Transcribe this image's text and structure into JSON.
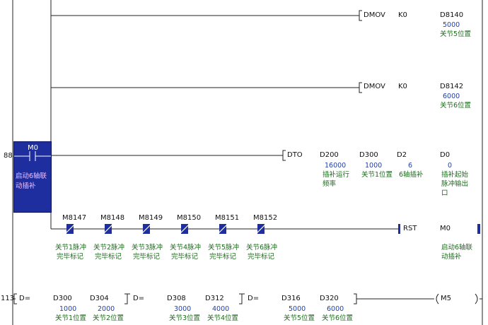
{
  "rung1": {
    "instruction": "DMOV",
    "src": "K0",
    "dest": "D8140",
    "dest_value": "5000",
    "dest_comment": "关节5位置"
  },
  "rung2": {
    "instruction": "DMOV",
    "src": "K0",
    "dest": "D8142",
    "dest_value": "6000",
    "dest_comment": "关节6位置"
  },
  "rung3": {
    "step": "88",
    "contact": "M0",
    "contact_comment_1": "启动6轴联",
    "contact_comment_2": "动插补",
    "instruction": "DTO",
    "operands": [
      {
        "device": "D200",
        "value": "16000",
        "comment_1": "插补运行",
        "comment_2": "频率"
      },
      {
        "device": "D300",
        "value": "1000",
        "comment_1": "关节1位置",
        "comment_2": ""
      },
      {
        "device": "D2",
        "value": "6",
        "comment_1": "6轴插补",
        "comment_2": ""
      },
      {
        "device": "D0",
        "value": "0",
        "comment_1": "插补起始",
        "comment_2": "脉冲输出",
        "comment_3": "口"
      }
    ]
  },
  "rung4": {
    "contacts": [
      {
        "device": "M8147",
        "comment_1": "关节1脉冲",
        "comment_2": "完毕标记"
      },
      {
        "device": "M8148",
        "comment_1": "关节2脉冲",
        "comment_2": "完毕标记"
      },
      {
        "device": "M8149",
        "comment_1": "关节3脉冲",
        "comment_2": "完毕标记"
      },
      {
        "device": "M8150",
        "comment_1": "关节4脉冲",
        "comment_2": "完毕标记"
      },
      {
        "device": "M8151",
        "comment_1": "关节5脉冲",
        "comment_2": "完毕标记"
      },
      {
        "device": "M8152",
        "comment_1": "关节6脉冲",
        "comment_2": "完毕标记"
      }
    ],
    "instruction": "RST",
    "target": "M0",
    "target_comment_1": "启动6轴联",
    "target_comment_2": "动插补"
  },
  "rung5": {
    "step": "113",
    "compares": [
      {
        "op": "D=",
        "a": "D300",
        "a_value": "1000",
        "a_comment": "关节1位置",
        "b": "D304",
        "b_value": "2000",
        "b_comment": "关节2位置"
      },
      {
        "op": "D=",
        "a": "D308",
        "a_value": "3000",
        "a_comment": "关节3位置",
        "b": "D312",
        "b_value": "4000",
        "b_comment": "关节4位置"
      },
      {
        "op": "D=",
        "a": "D316",
        "a_value": "5000",
        "a_comment": "关节5位置",
        "b": "D320",
        "b_value": "6000",
        "b_comment": "关节6位置"
      }
    ],
    "coil": "M5"
  },
  "colors": {
    "rail": "#1a1a1a",
    "block_fill": "#1e2e9e",
    "value_text": "#1f3fa8",
    "comment_text": "#1c6b1c"
  }
}
